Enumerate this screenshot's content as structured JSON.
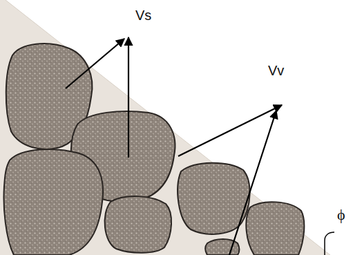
{
  "diagram": {
    "labels": [
      "Vs",
      "Vv",
      "ϕ"
    ]
  }
}
